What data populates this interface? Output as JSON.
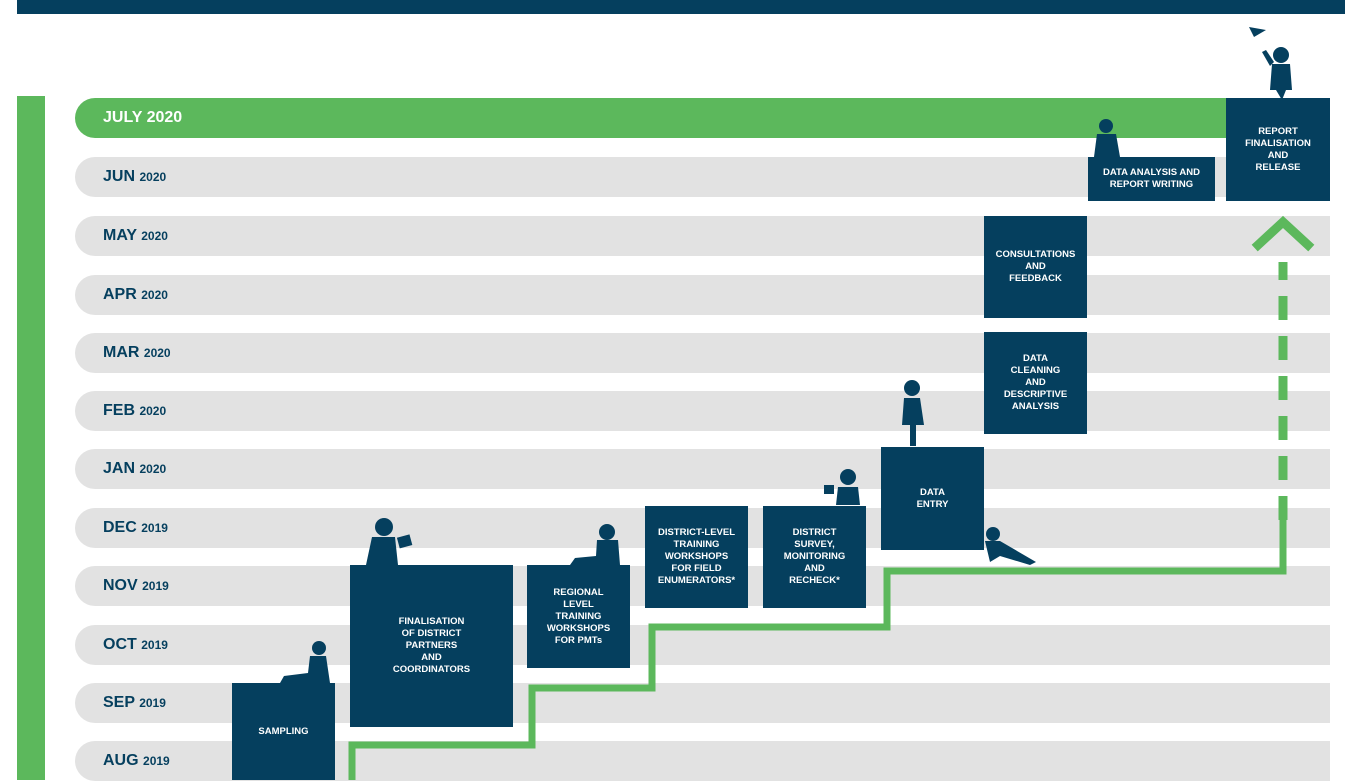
{
  "timeline": {
    "months": [
      {
        "month": "JULY",
        "year": "2020",
        "current": true
      },
      {
        "month": "JUN",
        "year": "2020"
      },
      {
        "month": "MAY",
        "year": "2020"
      },
      {
        "month": "APR",
        "year": "2020"
      },
      {
        "month": "MAR",
        "year": "2020"
      },
      {
        "month": "FEB",
        "year": "2020"
      },
      {
        "month": "JAN",
        "year": "2020"
      },
      {
        "month": "DEC",
        "year": "2019"
      },
      {
        "month": "NOV",
        "year": "2019"
      },
      {
        "month": "OCT",
        "year": "2019"
      },
      {
        "month": "SEP",
        "year": "2019"
      },
      {
        "month": "AUG",
        "year": "2019"
      }
    ]
  },
  "steps": {
    "sampling": "SAMPLING",
    "finalisation": "FINALISATION\nOF DISTRICT\nPARTNERS\nAND\nCOORDINATORS",
    "regional": "REGIONAL\nLEVEL\nTRAINING\nWORKSHOPS\nFOR PMTs",
    "district_training": "DISTRICT-LEVEL\nTRAINING\nWORKSHOPS\nFOR FIELD\nENUMERATORS*",
    "district_survey": "DISTRICT\nSURVEY,\nMONITORING\nAND\nRECHECK*",
    "data_entry": "DATA\nENTRY",
    "data_cleaning": "DATA\nCLEANING\nAND\nDESCRIPTIVE\nANALYSIS",
    "consultations": "CONSULTATIONS\nAND\nFEEDBACK",
    "analysis": "DATA ANALYSIS AND\nREPORT WRITING",
    "report": "REPORT\nFINALISATION\nAND\nRELEASE"
  },
  "colors": {
    "navy": "#053f5e",
    "green": "#5cb85c",
    "row_grey": "#e2e2e2"
  },
  "icons": [
    "paper-plane-icon",
    "child-silhouette-icon",
    "up-arrow-icon"
  ]
}
